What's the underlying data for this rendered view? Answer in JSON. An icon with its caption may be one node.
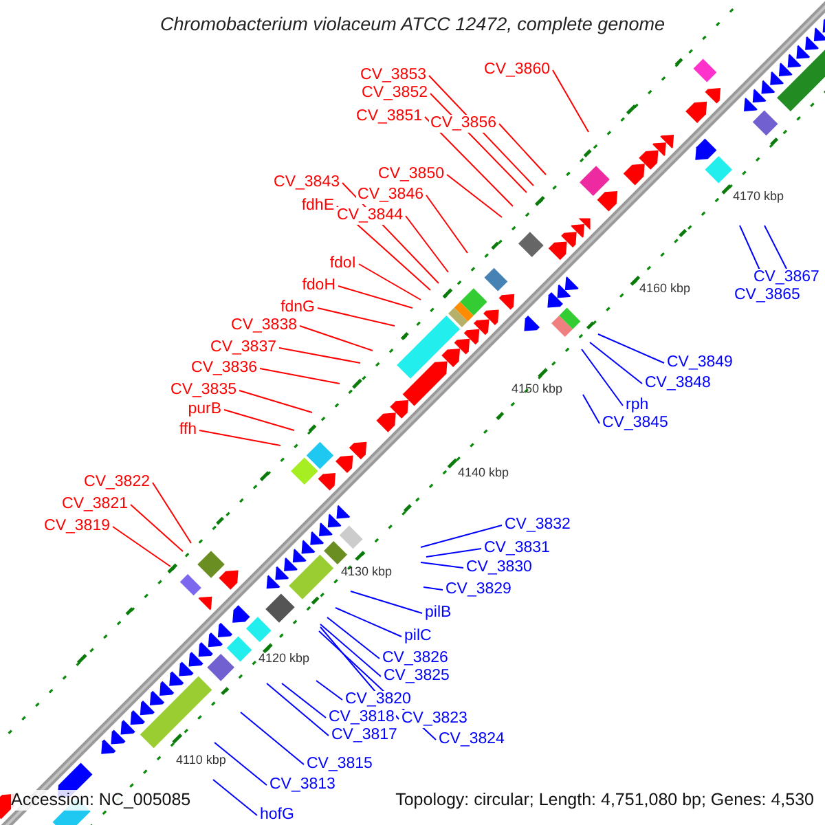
{
  "diagram": {
    "title": "Chromobacterium violaceum ATCC 12472, complete genome",
    "nodes": [
      {
        "text": [
          "CV_3860"
        ]
      },
      {
        "text": [
          "CV_3853"
        ]
      },
      {
        "text": [
          "CV_3852"
        ]
      },
      {
        "text": [
          "CV_3851"
        ]
      },
      {
        "text": [
          "CV_3856"
        ]
      },
      {
        "text": [
          "CV_3850"
        ]
      },
      {
        "text": [
          "CV_3843"
        ]
      },
      {
        "text": [
          "CV_3846"
        ]
      },
      {
        "text": [
          "fdhE"
        ]
      },
      {
        "text": [
          "CV_3844"
        ]
      },
      {
        "text": [
          "fdoI"
        ]
      },
      {
        "text": [
          "CV_3867"
        ]
      },
      {
        "text": [
          "fdoH"
        ]
      },
      {
        "text": [
          "CV_3865"
        ]
      },
      {
        "text": [
          "fdnG"
        ]
      },
      {
        "text": [
          "CV_3838"
        ]
      },
      {
        "text": [
          "CV_3837"
        ]
      },
      {
        "text": [
          "CV_3849"
        ]
      },
      {
        "text": [
          "CV_3836"
        ]
      },
      {
        "text": [
          "CV_3848"
        ]
      },
      {
        "text": [
          "CV_3835"
        ]
      },
      {
        "text": [
          "rph"
        ]
      },
      {
        "text": [
          "purB"
        ]
      },
      {
        "text": [
          "CV_3845"
        ]
      },
      {
        "text": [
          "ffh"
        ]
      },
      {
        "text": [
          "CV_3822"
        ]
      },
      {
        "text": [
          "CV_3821"
        ]
      },
      {
        "text": [
          "CV_3832"
        ]
      },
      {
        "text": [
          "CV_3819"
        ]
      },
      {
        "text": [
          "CV_3831"
        ]
      },
      {
        "text": [
          "CV_3830"
        ]
      },
      {
        "text": [
          "CV_3829"
        ]
      },
      {
        "text": [
          "pilB"
        ]
      },
      {
        "text": [
          "pilC"
        ]
      },
      {
        "text": [
          "CV_3826"
        ]
      },
      {
        "text": [
          "CV_3825"
        ]
      },
      {
        "text": [
          "CV_3820"
        ]
      },
      {
        "text": [
          "CV_3818"
        ]
      },
      {
        "text": [
          "CV_3823"
        ]
      },
      {
        "text": [
          "CV_3817"
        ]
      },
      {
        "text": [
          "CV_3824"
        ]
      },
      {
        "text": [
          "CV_3815"
        ]
      },
      {
        "text": [
          "CV_3813"
        ]
      },
      {
        "text": [
          "hofG"
        ]
      }
    ],
    "edges": [
      {
        "from": 0,
        "to": null,
        "arrow": "none",
        "color": "#ff0000"
      },
      {
        "from": 1,
        "to": null,
        "arrow": "none",
        "color": "#ff0000"
      },
      {
        "from": 2,
        "to": null,
        "arrow": "none",
        "color": "#ff0000"
      },
      {
        "from": 3,
        "to": null,
        "arrow": "none",
        "color": "#ff0000"
      },
      {
        "from": 4,
        "to": null,
        "arrow": "none",
        "color": "#ff0000"
      },
      {
        "from": 5,
        "to": null,
        "arrow": "none",
        "color": "#ff0000"
      },
      {
        "from": 6,
        "to": null,
        "arrow": "none",
        "color": "#ff0000"
      },
      {
        "from": 7,
        "to": null,
        "arrow": "none",
        "color": "#ff0000"
      },
      {
        "from": 8,
        "to": null,
        "arrow": "none",
        "color": "#ff0000"
      },
      {
        "from": 9,
        "to": null,
        "arrow": "none",
        "color": "#ff0000"
      },
      {
        "from": 10,
        "to": null,
        "arrow": "none",
        "color": "#ff0000"
      },
      {
        "from": 11,
        "to": null,
        "arrow": "none",
        "color": "#0000ff"
      },
      {
        "from": 12,
        "to": null,
        "arrow": "none",
        "color": "#ff0000"
      },
      {
        "from": 13,
        "to": null,
        "arrow": "none",
        "color": "#0000ff"
      },
      {
        "from": 14,
        "to": null,
        "arrow": "none",
        "color": "#ff0000"
      },
      {
        "from": 15,
        "to": null,
        "arrow": "none",
        "color": "#ff0000"
      },
      {
        "from": 16,
        "to": null,
        "arrow": "none",
        "color": "#ff0000"
      },
      {
        "from": 17,
        "to": null,
        "arrow": "none",
        "color": "#0000ff"
      },
      {
        "from": 18,
        "to": null,
        "arrow": "none",
        "color": "#ff0000"
      },
      {
        "from": 19,
        "to": null,
        "arrow": "none",
        "color": "#0000ff"
      },
      {
        "from": 20,
        "to": null,
        "arrow": "none",
        "color": "#ff0000"
      },
      {
        "from": 21,
        "to": null,
        "arrow": "none",
        "color": "#0000ff"
      },
      {
        "from": 22,
        "to": null,
        "arrow": "none",
        "color": "#ff0000"
      },
      {
        "from": 23,
        "to": null,
        "arrow": "none",
        "color": "#0000ff"
      },
      {
        "from": 24,
        "to": null,
        "arrow": "none",
        "color": "#ff0000"
      },
      {
        "from": 25,
        "to": null,
        "arrow": "none",
        "color": "#ff0000"
      },
      {
        "from": 26,
        "to": null,
        "arrow": "none",
        "color": "#ff0000"
      },
      {
        "from": 27,
        "to": null,
        "arrow": "none",
        "color": "#0000ff"
      },
      {
        "from": 28,
        "to": null,
        "arrow": "none",
        "color": "#ff0000"
      },
      {
        "from": 29,
        "to": null,
        "arrow": "none",
        "color": "#0000ff"
      },
      {
        "from": 30,
        "to": null,
        "arrow": "none",
        "color": "#0000ff"
      },
      {
        "from": 31,
        "to": null,
        "arrow": "none",
        "color": "#0000ff"
      },
      {
        "from": 32,
        "to": null,
        "arrow": "none",
        "color": "#0000ff"
      },
      {
        "from": 33,
        "to": null,
        "arrow": "none",
        "color": "#0000ff"
      },
      {
        "from": 34,
        "to": null,
        "arrow": "none",
        "color": "#0000ff"
      },
      {
        "from": 35,
        "to": null,
        "arrow": "none",
        "color": "#0000ff"
      },
      {
        "from": 36,
        "to": null,
        "arrow": "none",
        "color": "#0000ff"
      },
      {
        "from": 37,
        "to": null,
        "arrow": "none",
        "color": "#0000ff"
      },
      {
        "from": 38,
        "to": null,
        "arrow": "none",
        "color": "#0000ff"
      },
      {
        "from": 39,
        "to": null,
        "arrow": "none",
        "color": "#0000ff"
      },
      {
        "from": 40,
        "to": null,
        "arrow": "none",
        "color": "#0000ff"
      },
      {
        "from": 41,
        "to": null,
        "arrow": "none",
        "color": "#0000ff"
      },
      {
        "from": 42,
        "to": null,
        "arrow": "none",
        "color": "#0000ff"
      },
      {
        "from": 43,
        "to": null,
        "arrow": "none",
        "color": "#0000ff"
      }
    ],
    "labels": [
      "4170 kbp",
      "4160 kbp",
      "4150 kbp",
      "4140 kbp",
      "4130 kbp",
      "4120 kbp",
      "4110 kbp",
      "Accession: NC_005085",
      "Topology: circular; Length: 4,751,080 bp; Genes: 4,530"
    ]
  }
}
